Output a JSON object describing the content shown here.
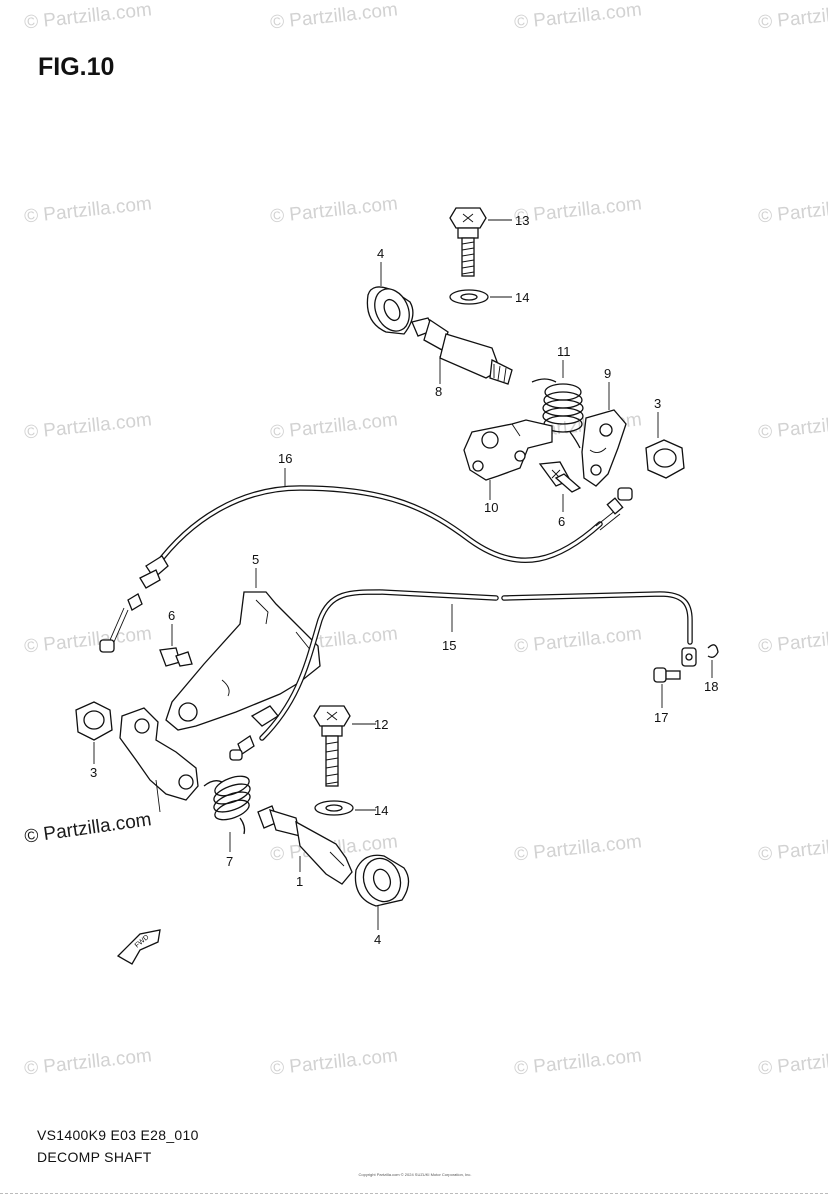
{
  "figure": {
    "title": "FIG.10",
    "code": "VS1400K9 E03 E28_010",
    "name": "DECOMP SHAFT",
    "copyright": "Copyright Partzilla.com © 2024 SUZUKI Motor Corporation, Inc."
  },
  "watermark": {
    "text": "© Partzilla.com"
  },
  "callouts": [
    "13",
    "14",
    "4",
    "11",
    "9",
    "8",
    "3",
    "16",
    "10",
    "6",
    "5",
    "6",
    "15",
    "12",
    "18",
    "3",
    "17",
    "14",
    "7",
    "1",
    "4"
  ],
  "fwd_badge": "FWD"
}
